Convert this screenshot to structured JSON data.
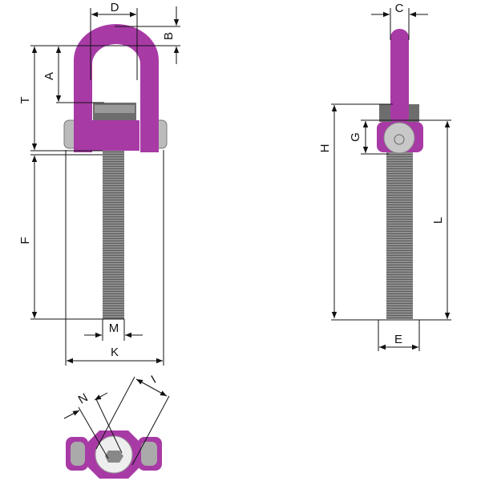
{
  "colors": {
    "shackle": "#a83aa6",
    "shackle_dark": "#7e2680",
    "steel": "#9a9a9a",
    "steel_dark": "#666666"
  },
  "labels": {
    "D": "D",
    "B": "B",
    "A": "A",
    "T": "T",
    "F": "F",
    "M": "M",
    "K": "K",
    "C": "C",
    "G": "G",
    "H": "H",
    "L": "L",
    "E": "E",
    "N": "N",
    "I": "I"
  }
}
